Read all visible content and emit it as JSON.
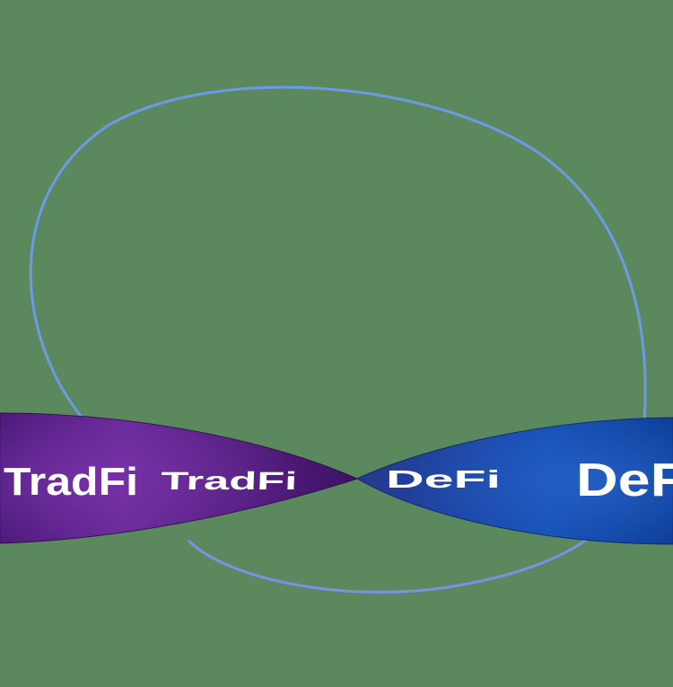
{
  "colors": {
    "background": "#5b895d",
    "loop_stroke": "#6a9be6",
    "tradfi_ribbon": "#5a1f86",
    "defi_ribbon": "#0e3f9c",
    "label_text": "#ffffff"
  },
  "ribbon_left": {
    "label_large": "TradFi",
    "label_small": "TradFi"
  },
  "ribbon_right": {
    "label_small": "DeFi",
    "label_large": "DeFi"
  }
}
